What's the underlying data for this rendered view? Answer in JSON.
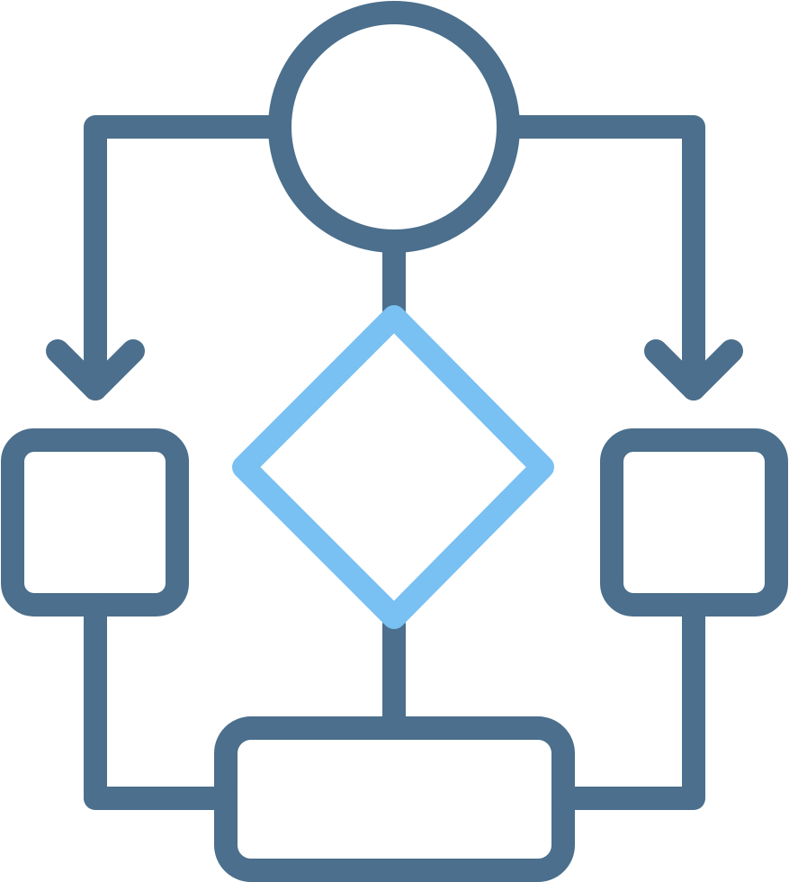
{
  "icon": {
    "name": "flowchart-icon",
    "colors": {
      "primary": "#4b6f8c",
      "accent": "#79c0f3",
      "background": "#ffffff"
    },
    "parts": [
      "start-circle",
      "decision-diamond",
      "process-box-left",
      "process-box-right",
      "process-box-bottom",
      "arrow-left",
      "arrow-right"
    ]
  }
}
